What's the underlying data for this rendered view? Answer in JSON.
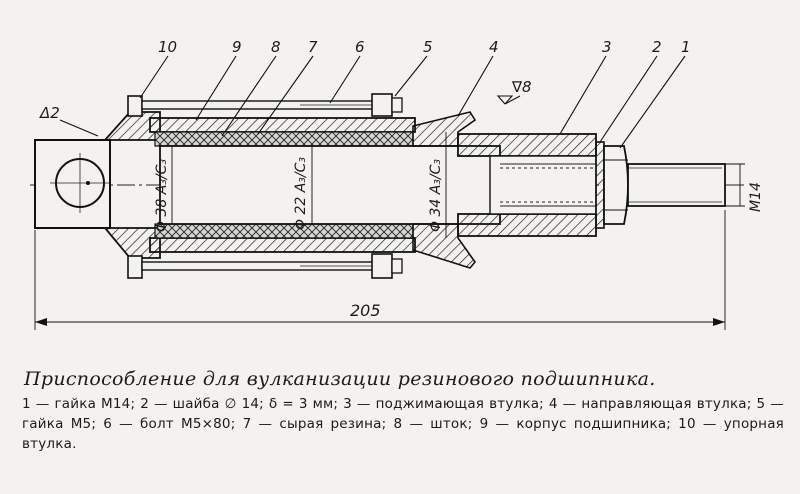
{
  "figure": {
    "callouts": [
      "10",
      "9",
      "8",
      "7",
      "6",
      "5",
      "4",
      "3",
      "2",
      "1"
    ],
    "surface_finish": "∇8",
    "tolerance": "Δ2",
    "dimensions": {
      "overall_length": "205",
      "thread": "M14",
      "dia_body": "Φ 38 A₃/C₃",
      "dia_rod": "Φ 22 A₃/C₃",
      "dia_sleeve": "Φ 34 A₃/C₃"
    }
  },
  "caption": {
    "title": "Приспособление для вулканизации резинового подшипника.",
    "legend": "1 — гайка М14; 2 — шайба ∅ 14; δ = 3 мм; 3 — поджимающая втулка; 4 — направляющая втулка; 5 — гайка М5; 6 — болт М5×80; 7 — сырая резина; 8 — шток; 9 — корпус подшипника; 10 — упорная втулка."
  }
}
